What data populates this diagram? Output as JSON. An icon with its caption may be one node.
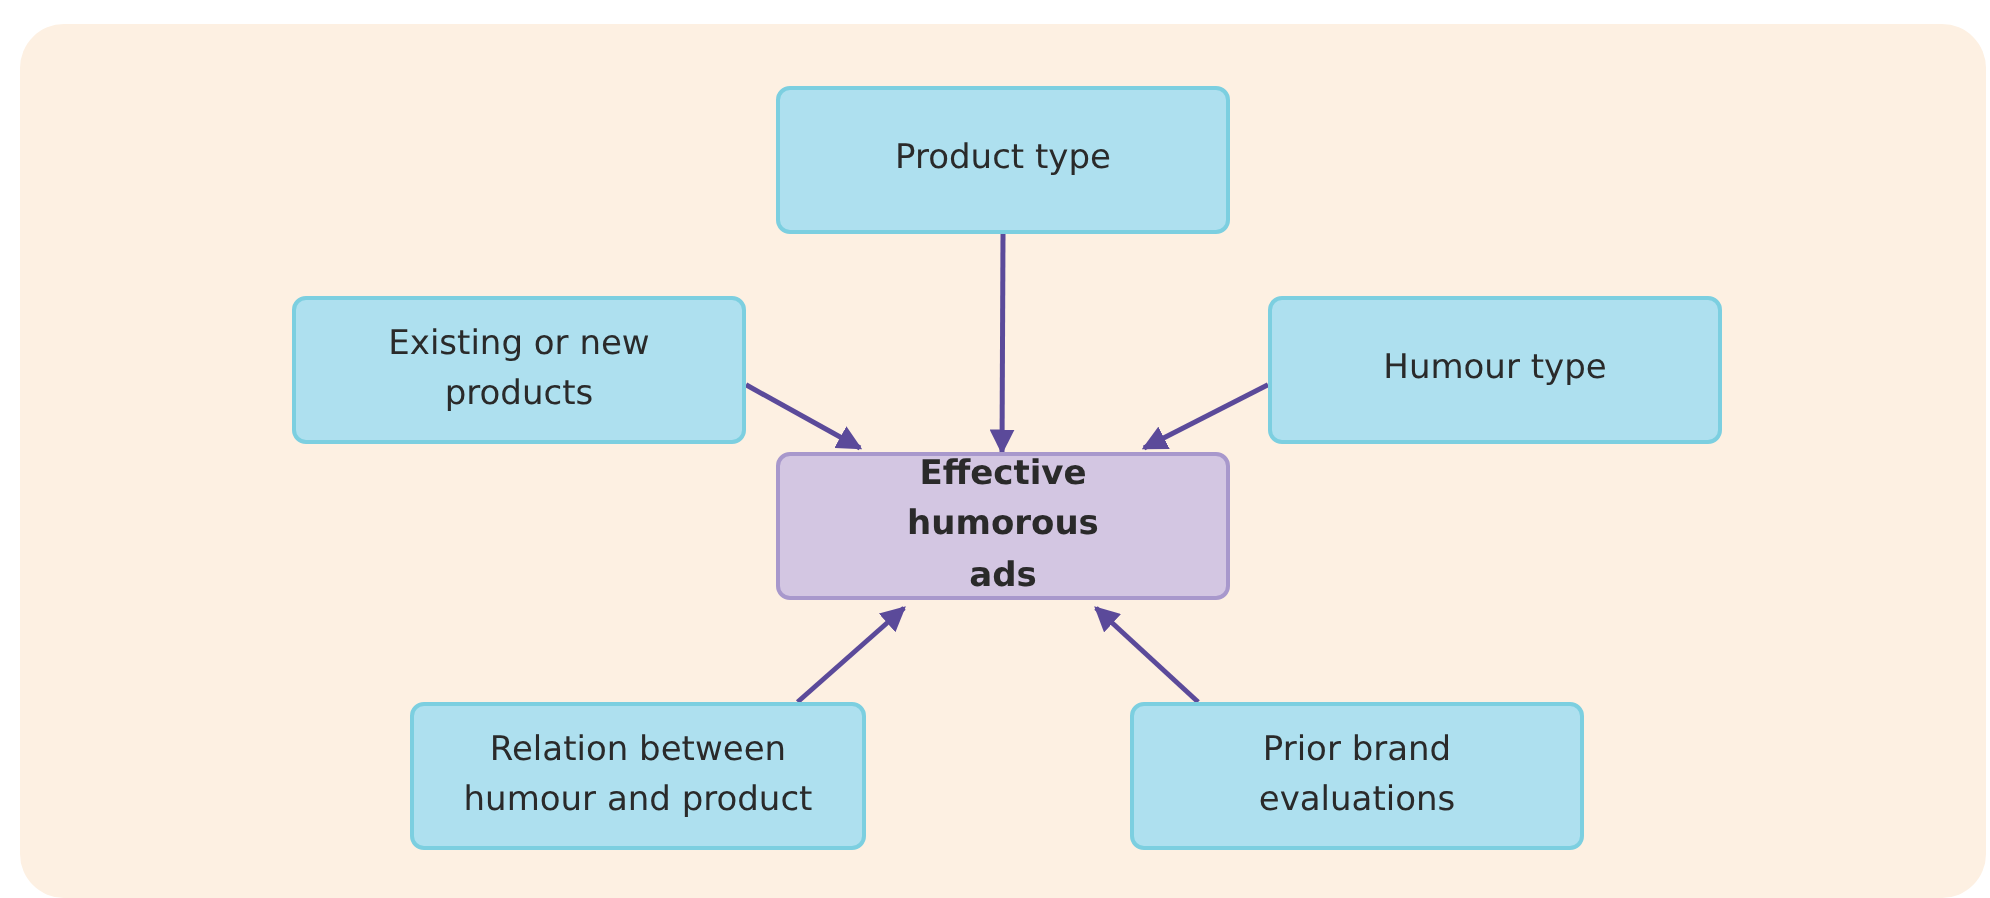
{
  "diagram": {
    "nodes": [
      {
        "text": [
          "Product type"
        ]
      },
      {
        "text": [
          "Existing or new products"
        ]
      },
      {
        "text": [
          "Humour type"
        ]
      },
      {
        "text": [
          "Effective humorous ads"
        ]
      },
      {
        "text": [
          "Relation between humour and product"
        ]
      },
      {
        "text": [
          "Prior brand evaluations"
        ]
      }
    ],
    "edges": [
      {
        "from": 0,
        "to": 3,
        "arrow": "to"
      },
      {
        "from": 1,
        "to": 3,
        "arrow": "to"
      },
      {
        "from": 2,
        "to": 3,
        "arrow": "to"
      },
      {
        "from": 4,
        "to": 3,
        "arrow": "to"
      },
      {
        "from": 5,
        "to": 3,
        "arrow": "to"
      }
    ]
  }
}
